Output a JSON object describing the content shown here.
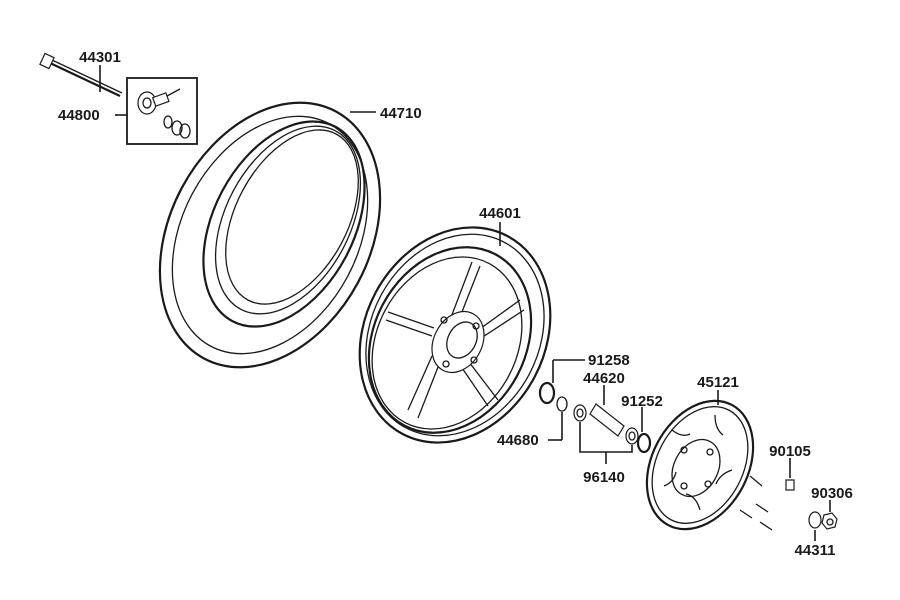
{
  "parts": [
    {
      "id": "axle-bolt",
      "number": "44301"
    },
    {
      "id": "speedo-gear",
      "number": "44800"
    },
    {
      "id": "tire",
      "number": "44710"
    },
    {
      "id": "wheel-rim",
      "number": "44601"
    },
    {
      "id": "seal-left",
      "number": "91258"
    },
    {
      "id": "distance-collar",
      "number": "44620"
    },
    {
      "id": "bearing-seal-right",
      "number": "91252"
    },
    {
      "id": "spacer-left",
      "number": "44680"
    },
    {
      "id": "bearing-set",
      "number": "96140"
    },
    {
      "id": "brake-disc",
      "number": "45121"
    },
    {
      "id": "disc-bolt",
      "number": "90105"
    },
    {
      "id": "nut",
      "number": "90306"
    },
    {
      "id": "axle-collar",
      "number": "44311"
    }
  ]
}
